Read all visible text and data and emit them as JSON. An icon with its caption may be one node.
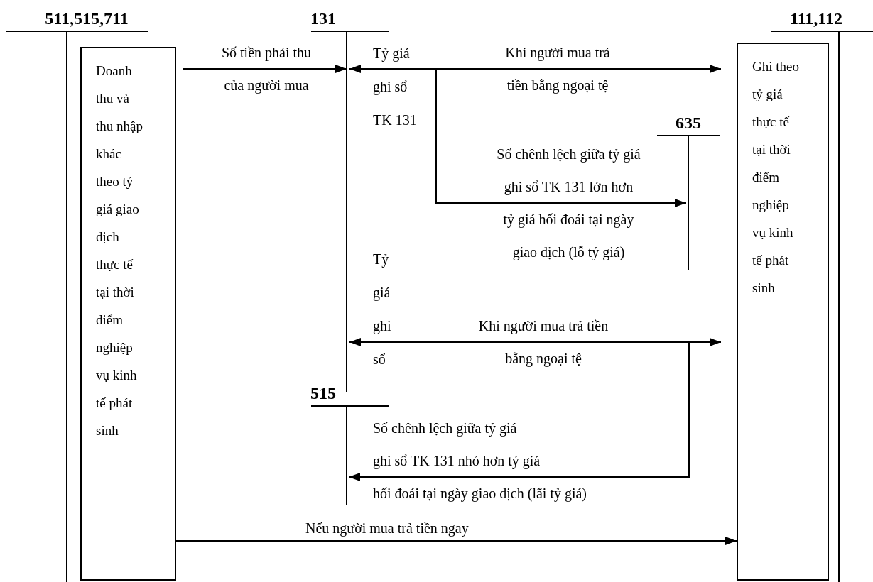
{
  "diagram": {
    "nodes": [
      {
        "text": [
          "511,515,711"
        ]
      },
      {
        "text": [
          "Doanh thu và thu nhập khác theo tỷ giá giao dịch thực tế tại thời điểm nghiệp vụ kinh tế phát sinh"
        ]
      },
      {
        "text": [
          "131"
        ]
      },
      {
        "text": [
          "111,112"
        ]
      },
      {
        "text": [
          "Ghi theo tỷ giá thực tế tại thời điểm nghiệp vụ kinh tế phát sinh"
        ]
      },
      {
        "text": [
          "635"
        ]
      },
      {
        "text": [
          "515"
        ]
      }
    ],
    "edges": [
      {
        "from": 1,
        "to": 2,
        "arrow": "to",
        "label": "Số tiền phải thu của người mua"
      },
      {
        "from": 2,
        "to": 4,
        "arrow": "both",
        "label": "Khi người mua trả tiền bằng ngoại tệ"
      },
      {
        "from": 2,
        "to": 5,
        "arrow": "to",
        "label": "Số chênh lệch giữa tỷ giá ghi sổ TK 131 lớn hơn tỷ giá hối đoái tại ngày giao dịch (lỗ tỷ giá)"
      },
      {
        "from": 2,
        "to": 4,
        "arrow": "both",
        "label": "Khi người mua trả tiền bằng ngoại tệ"
      },
      {
        "from": 4,
        "to": 6,
        "arrow": "to",
        "label": "Số chênh lệch giữa tỷ giá ghi sổ TK 131 nhỏ hơn tỷ giá hối đoái tại ngày giao dịch (lãi tỷ giá)"
      },
      {
        "from": 1,
        "to": 4,
        "arrow": "to",
        "label": "Nếu người mua trả tiền ngay"
      }
    ],
    "labels": [
      "Tỷ giá ghi sổ TK 131",
      "Tỷ giá ghi sổ"
    ]
  }
}
